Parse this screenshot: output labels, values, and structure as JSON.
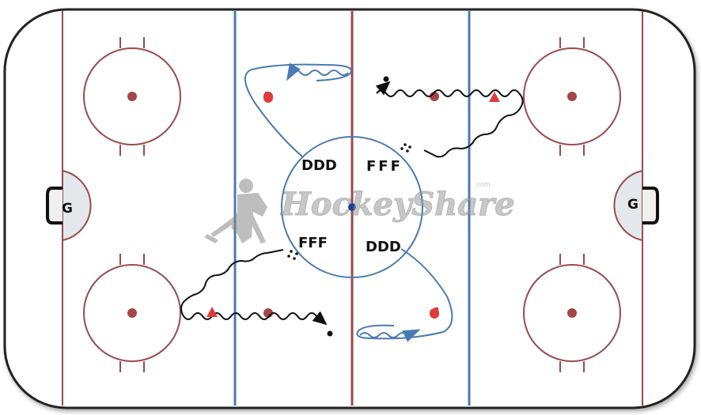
{
  "rink": {
    "colors": {
      "board": "#1e1e1e",
      "red_line": "#9b4a4a",
      "blue_line": "#4a7ab2",
      "center_dot": "#1f3f8f",
      "player": "#e03b3b",
      "faceoff_dot": "#a24646",
      "pass_path": "#4a7ab2"
    }
  },
  "goalies": {
    "left": "G",
    "right": "G"
  },
  "drill_labels": {
    "top_left": "DDD",
    "top_right": "FFF",
    "bottom_left": "FFF",
    "bottom_right": "DDD"
  },
  "watermark": {
    "text": "HockeyShare",
    "suffix": ".com",
    "icon": "hockey-player-icon"
  }
}
